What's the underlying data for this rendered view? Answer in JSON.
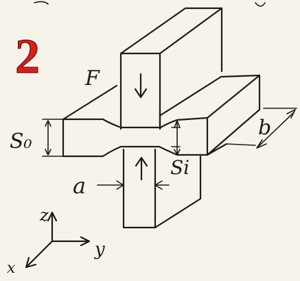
{
  "badge": {
    "number": "2",
    "color": "#d6201b"
  },
  "labels": {
    "force": "F",
    "initial_thickness": "S₀",
    "final_thickness": "Si",
    "width": "b",
    "contact_length": "a"
  },
  "axes": {
    "z": "z",
    "y": "y",
    "x": "x"
  }
}
